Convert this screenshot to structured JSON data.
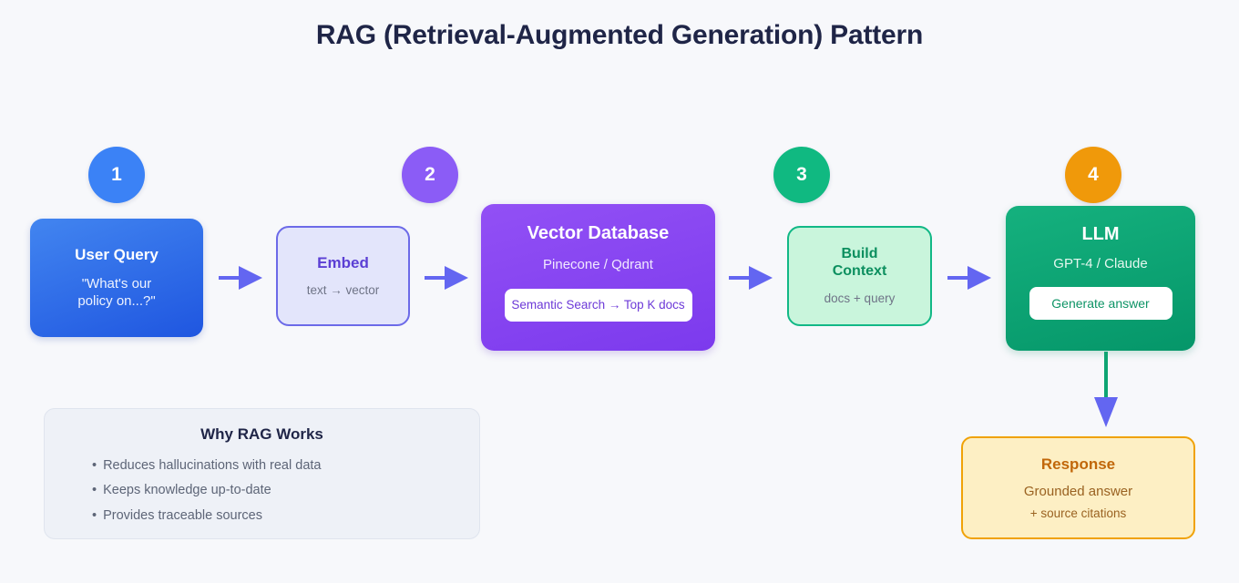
{
  "page": {
    "title": "RAG (Retrieval-Augmented Generation) Pattern",
    "background_color": "#f7f8fb"
  },
  "badges": [
    {
      "label": "1",
      "color": "#3b82f6"
    },
    {
      "label": "2",
      "color": "#8b5cf6"
    },
    {
      "label": "3",
      "color": "#10b981"
    },
    {
      "label": "4",
      "color": "#f0990a"
    }
  ],
  "nodes": {
    "user_query": {
      "title": "User Query",
      "subtitle": "\"What's our",
      "subtitle2": "policy on...?\"",
      "color": "#2563eb"
    },
    "embed": {
      "title": "Embed",
      "subtitle": "text → vector",
      "color": "#6c6ae8"
    },
    "vector_db": {
      "title": "Vector Database",
      "subtitle": "Pinecone / Qdrant",
      "chip": "Semantic Search → Top K docs",
      "color": "#7c3aed"
    },
    "build_context": {
      "title_line1": "Build",
      "title_line2": "Context",
      "subtitle": "docs + query",
      "color": "#12b886"
    },
    "llm": {
      "title": "LLM",
      "subtitle": "GPT-4 / Claude",
      "chip": "Generate answer",
      "color": "#059669"
    },
    "response": {
      "title": "Response",
      "subtitle": "Grounded answer",
      "subtitle2": "+ source citations",
      "color": "#f0a207"
    }
  },
  "panel": {
    "title": "Why RAG Works",
    "bullets": [
      "Reduces hallucinations with real data",
      "Keeps knowledge up-to-date",
      "Provides traceable sources"
    ]
  },
  "arrows": {
    "flow_color": "#6366f1",
    "output_color": "#0ea573"
  }
}
